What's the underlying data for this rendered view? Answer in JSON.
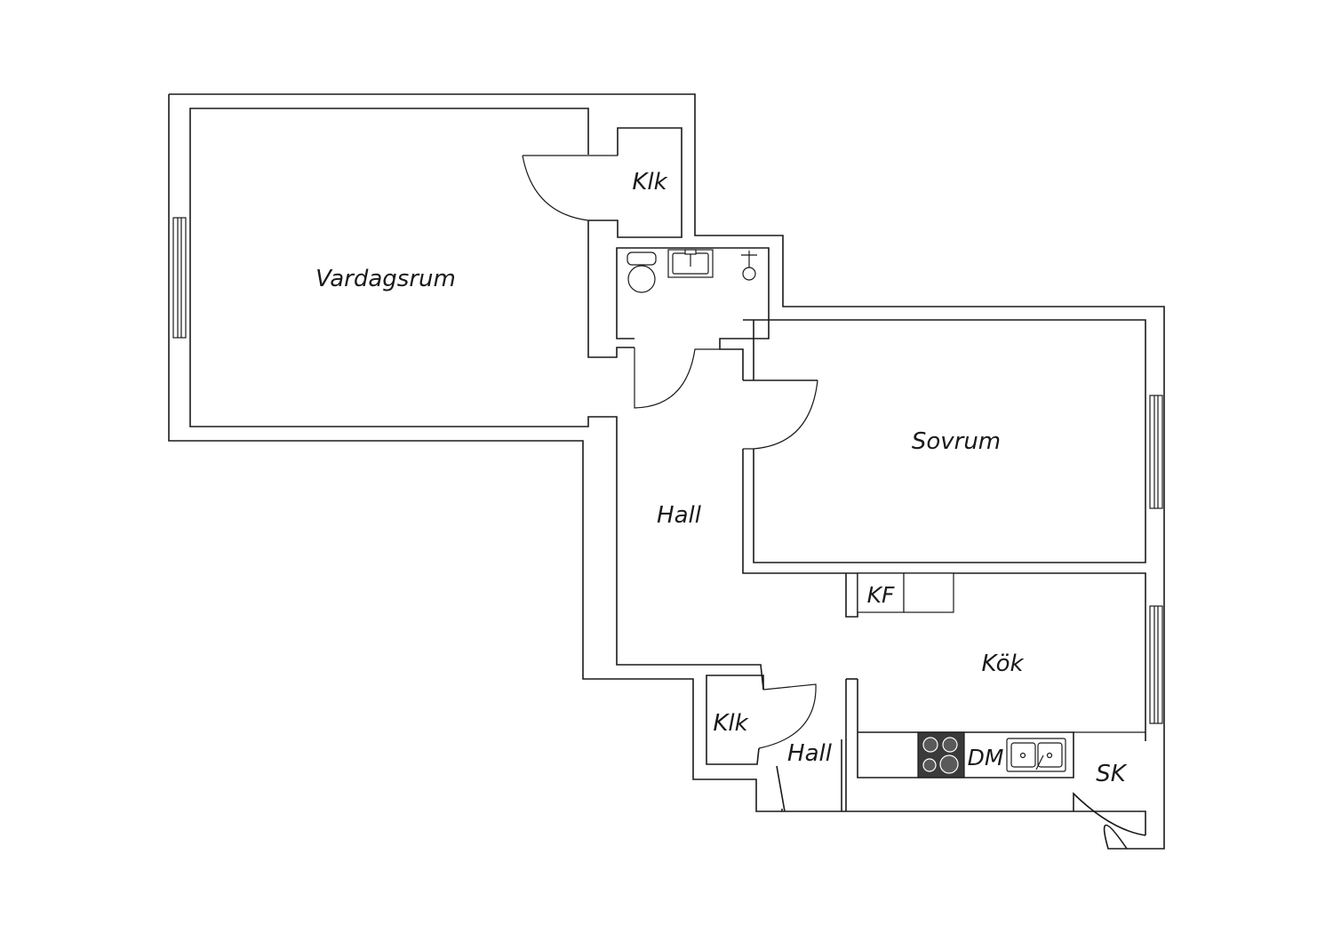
{
  "floor_plan": {
    "rooms": {
      "living_room": "Vardagsrum",
      "closet_top": "Klk",
      "bedroom": "Sovrum",
      "hall_main": "Hall",
      "kitchen": "Kök",
      "closet_bottom": "Klk",
      "hall_entry": "Hall",
      "storage": "SK"
    },
    "fixtures": {
      "fridge_freezer": "KF",
      "dishwasher": "DM"
    },
    "icons": {
      "toilet": "toilet-icon",
      "washbasin": "washbasin-icon",
      "shower": "shower-icon",
      "stove": "stove-icon",
      "sink": "kitchen-sink-icon"
    },
    "colors": {
      "line": "#1a1a1a",
      "background": "#ffffff",
      "stove": "#3a3a3a"
    }
  }
}
